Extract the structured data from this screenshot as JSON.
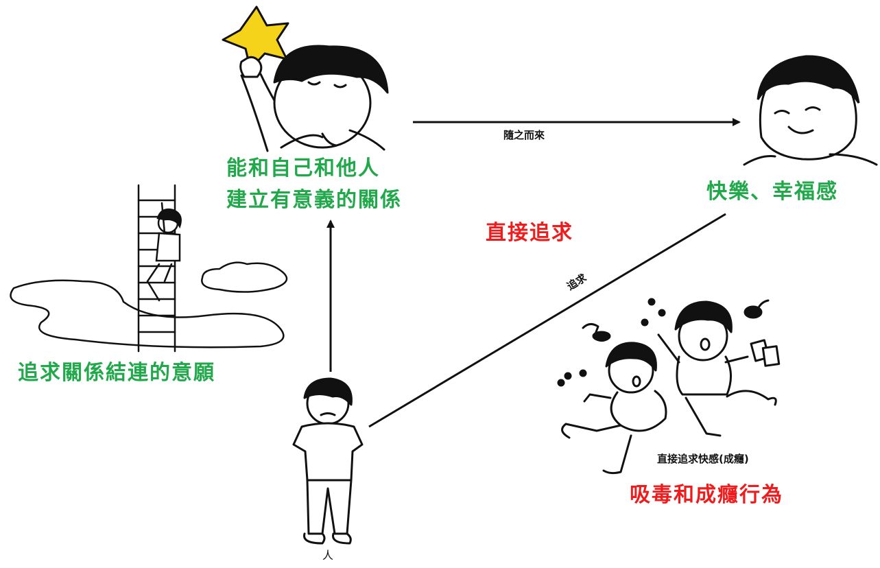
{
  "labels": {
    "meaningful_relationship_line1": "能和自己和他人",
    "meaningful_relationship_line2": "建立有意義的關係",
    "happiness": "快樂、幸福感",
    "direct_pursuit": "直接追求",
    "pursue_connection": "追求關係結連的意願",
    "addiction": "吸毒和成癮行為",
    "arrow_follows": "隨之而來",
    "arrow_pursue": "追求",
    "pleasure_caption": "直接追求快感(成癮)",
    "person": "人"
  },
  "colors": {
    "green": "#21a84a",
    "red": "#ee1c1c",
    "star": "#f5d31a",
    "line": "#111111"
  }
}
